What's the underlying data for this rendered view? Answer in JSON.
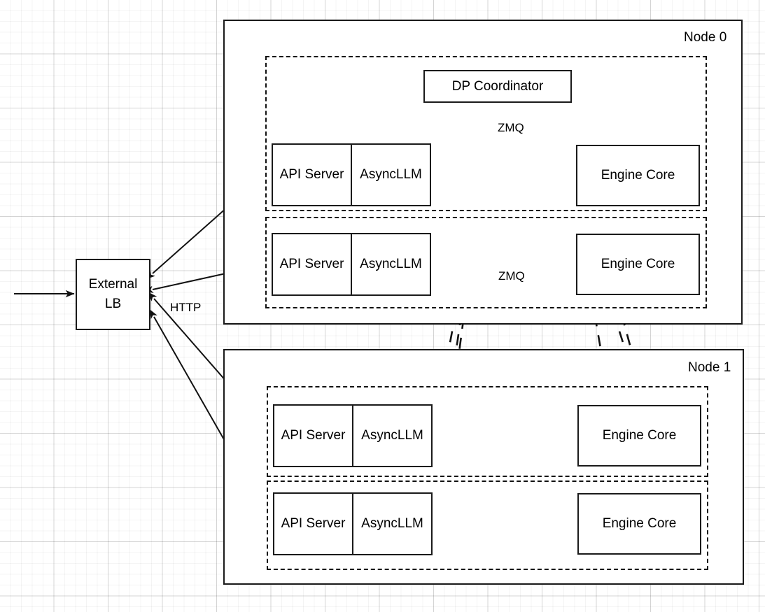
{
  "diagram": {
    "title": "vLLM data-parallel deployment topology",
    "background": "#ffffff",
    "grid_color": "#e6e6e6",
    "stroke_color": "#1a1a1a",
    "dotted_color": "#b3b3b3"
  },
  "external": {
    "lb_line1": "External",
    "lb_line2": "LB",
    "http_label": "HTTP"
  },
  "coordinator": {
    "label": "DP Coordinator",
    "zmq_label_top": "ZMQ",
    "zmq_label_mid": "ZMQ"
  },
  "nodes": [
    {
      "label": "Node 0",
      "groups": [
        {
          "api_server": "API Server",
          "async_llm": "AsyncLLM",
          "engine_core": "Engine Core"
        },
        {
          "api_server": "API Server",
          "async_llm": "AsyncLLM",
          "engine_core": "Engine Core"
        }
      ]
    },
    {
      "label": "Node 1",
      "groups": [
        {
          "api_server": "API Server",
          "async_llm": "AsyncLLM",
          "engine_core": "Engine Core"
        },
        {
          "api_server": "API Server",
          "async_llm": "AsyncLLM",
          "engine_core": "Engine Core"
        }
      ]
    }
  ]
}
